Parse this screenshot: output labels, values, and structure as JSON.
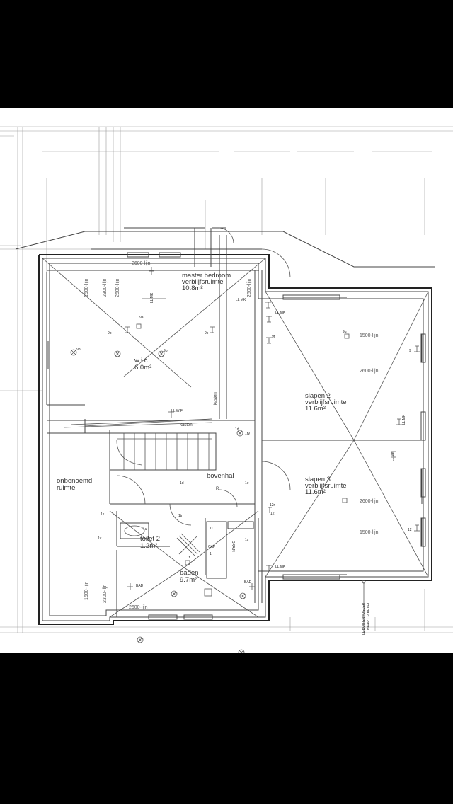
{
  "rooms": {
    "master_bedroom": {
      "name": "master bedroom",
      "type": "verblijfsruimte",
      "area": "10.8m²"
    },
    "wic": {
      "name": "w.i.c",
      "area": "6.0m²"
    },
    "slapen2": {
      "name": "slapen 2",
      "type": "verblijfsruimte",
      "area": "11.6m²"
    },
    "slapen3": {
      "name": "slapen 3",
      "type": "verblijfsruimte",
      "area": "11.6m²"
    },
    "bovenhal": {
      "name": "bovenhal"
    },
    "onbenoemd": {
      "name": "onbenoemd",
      "sub": "ruimte"
    },
    "toilet2": {
      "name": "toilet 2",
      "area": "1.2m²"
    },
    "baden": {
      "name": "baden",
      "area": "9.7m²"
    }
  },
  "lines": {
    "l2600_top": "2600-lijn",
    "l1500_left": "1500-lijn",
    "l2300_left": "2300-lijn",
    "l2600_left": "2600-lijn",
    "l2600_master_right": "2600-lijn",
    "l1500_s2": "1500-lijn",
    "l2600_s2": "2600-lijn",
    "l2600_s3": "2600-lijn",
    "l1500_s3": "1500-lijn",
    "l1500_bl": "1500-lijn",
    "l2300_bl": "2300-lijn",
    "l2600_bottom": "2600-lijn"
  },
  "labels": {
    "kasten_v": "kasten",
    "kasten_h": "kasten",
    "ll_wifi": "LL WIFI",
    "ll_mk_top": "LL MK",
    "ll_mk_s2a": "LL MK",
    "ll_mk_s2b": "LL MK",
    "ll_mk_s3": "LL MK",
    "ll_mk_bath": "LL MK",
    "ll_mk_right": "LL MK",
    "ll_buiten_1": "LL BUITENVOELER",
    "ll_buiten_2": "NAAR CV KETEL",
    "bad1": "BAD",
    "bad2": "BAD",
    "drain": "DRAIN",
    "cap": "CAP",
    "r": "R"
  },
  "symbols": {
    "s_9a": "9a",
    "s_9b": "9b",
    "s_9c": "9c",
    "s_9p1": "9p",
    "s_9p2": "9p",
    "s_9q": "9q",
    "s_9r": "9r",
    "s_9": "9",
    "s_1d": "1d",
    "s_1d2": "1d",
    "s_1e": "1e",
    "s_1s": "1s",
    "s_1x": "1x",
    "s_1u": "1u",
    "s_1v": "1v",
    "s_1tr": "1tr",
    "s_1t": "1t",
    "s_12": "12",
    "s_12r": "12r",
    "s_12b": "12",
    "s_1l": "1l",
    "s_1rv": "1rv",
    "s_11": "11"
  },
  "colors": {
    "background": "#000000",
    "paper": "#ffffff",
    "ink": "#333333"
  }
}
